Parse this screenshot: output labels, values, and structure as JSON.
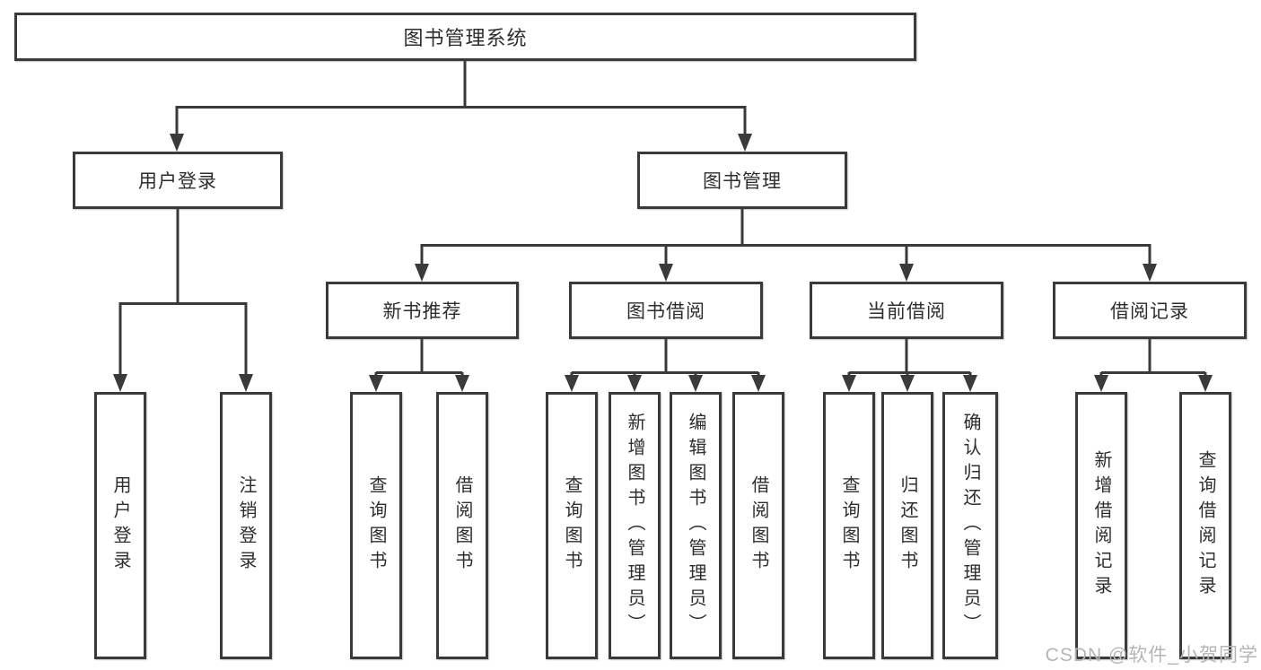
{
  "diagram": {
    "title": "图书管理系统",
    "style": {
      "line_color": "#3a3a3a",
      "box_border_color": "#3a3a3a",
      "box_fill": "#ffffff",
      "text_color": "#2d2d2d",
      "watermark_color": "#b5b5b5"
    },
    "tree": {
      "root": {
        "label": "图书管理系统"
      },
      "branches": [
        {
          "label": "用户登录",
          "leaves": [
            {
              "label": "用户登录"
            },
            {
              "label": "注销登录"
            }
          ]
        },
        {
          "label": "图书管理",
          "groups": [
            {
              "label": "新书推荐",
              "leaves": [
                {
                  "label": "查询图书"
                },
                {
                  "label": "借阅图书"
                }
              ]
            },
            {
              "label": "图书借阅",
              "leaves": [
                {
                  "label": "查询图书"
                },
                {
                  "label": "新增图书（管理员）"
                },
                {
                  "label": "编辑图书（管理员）"
                },
                {
                  "label": "借阅图书"
                }
              ]
            },
            {
              "label": "当前借阅",
              "leaves": [
                {
                  "label": "查询图书"
                },
                {
                  "label": "归还图书"
                },
                {
                  "label": "确认归还（管理员）"
                }
              ]
            },
            {
              "label": "借阅记录",
              "leaves": [
                {
                  "label": "新增借阅记录"
                },
                {
                  "label": "查询借阅记录"
                }
              ]
            }
          ]
        }
      ]
    }
  },
  "watermark": {
    "text": "CSDN @软件_小贺同学"
  }
}
